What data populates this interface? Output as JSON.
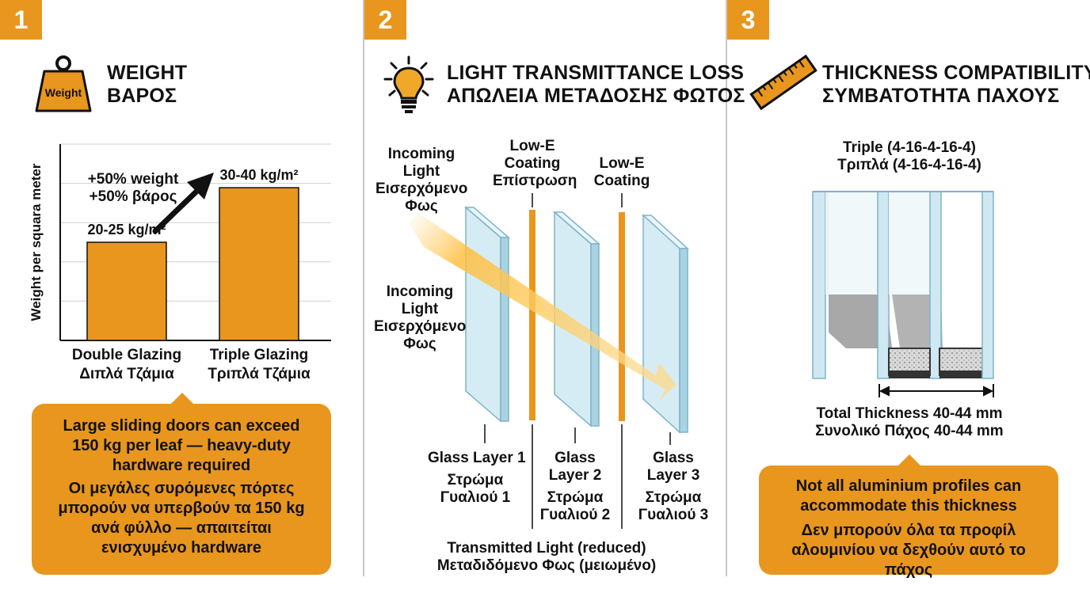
{
  "panel1": {
    "badge": "1",
    "title_en": "WEIGHT",
    "title_gr": "ΒΑΡΟΣ",
    "icon_text": "Weight",
    "y_axis_label": "Weight per squara meter",
    "annotation_line1": "+50% weight",
    "annotation_line2": "+50% βάρος",
    "callout_en": "Large sliding doors can exceed 150 kg per leaf — heavy-duty hardware required",
    "callout_gr": "Οι μεγάλες συρόμενες πόρτες μπορούν να υπερβούν τα 150 kg ανά φύλλο — απαιτείται ενισχυμένο hardware"
  },
  "chart_data": {
    "type": "bar",
    "categories": [
      "Double Glazing Διπλά Τζάμια",
      "Triple Glazing Τριπλά Τζάμια"
    ],
    "category_lines": [
      [
        "Double Glazing",
        "Διπλά Τζάμια"
      ],
      [
        "Triple Glazing",
        "Τριπλά Τζάμια"
      ]
    ],
    "values": [
      22.5,
      35
    ],
    "data_labels": [
      "20-25 kg/m²",
      "30-40 kg/m²"
    ],
    "ylabel": "Weight per squara meter",
    "ylim": [
      0,
      45
    ],
    "grid": true,
    "bar_color": "#e8961e"
  },
  "panel2": {
    "badge": "2",
    "title_en": "LIGHT TRANSMITTANCE LOSS",
    "title_gr": "ΑΠΩΛΕΙΑ ΜΕΤΑΔΟΣΗΣ ΦΩΤΟΣ",
    "incoming_top": [
      "Incoming",
      "Light",
      "Εισερχόμενο",
      "Φως"
    ],
    "incoming_mid": [
      "Incoming",
      "Light",
      "Εισερχόμενο",
      "Φως"
    ],
    "lowe1": [
      "Low-E",
      "Coating",
      "Επίστρωση"
    ],
    "lowe2": [
      "Low-E",
      "Coating"
    ],
    "glass1": [
      "Glass Layer 1",
      "Στρώμα",
      "Γυαλιού 1"
    ],
    "glass2": [
      "Glass",
      "Layer 2",
      "Στρώμα",
      "Γυαλιού 2"
    ],
    "glass3": [
      "Glass",
      "Layer 3",
      "Στρώμα",
      "Γυαλιού 3"
    ],
    "transmitted_en": "Transmitted Light (reduced)",
    "transmitted_gr": "Μεταδιδόμενο Φως (μειωμένο)"
  },
  "panel3": {
    "badge": "3",
    "title_en": "THICKNESS COMPATIBILITY",
    "title_gr": "ΣΥΜΒΑΤΟΤΗΤΑ ΠΑΧΟΥΣ",
    "triple_en": "Triple (4-16-4-16-4)",
    "triple_gr": "Τριπλά (4-16-4-16-4)",
    "total_en": "Total Thickness 40-44 mm",
    "total_gr": "Συνολικό Πάχος 40-44 mm",
    "callout_en": "Not all aluminium profiles can accommodate this thickness",
    "callout_gr": "Δεν μπορούν όλα τα προφίλ αλουμινίου να δεχθούν αυτό το πάχος"
  },
  "colors": {
    "accent": "#e8961e",
    "glass": "#d6ecf4",
    "glass_edge": "#7fb3c8"
  },
  "icons": [
    "weight-icon",
    "lightbulb-icon",
    "ruler-icon"
  ]
}
